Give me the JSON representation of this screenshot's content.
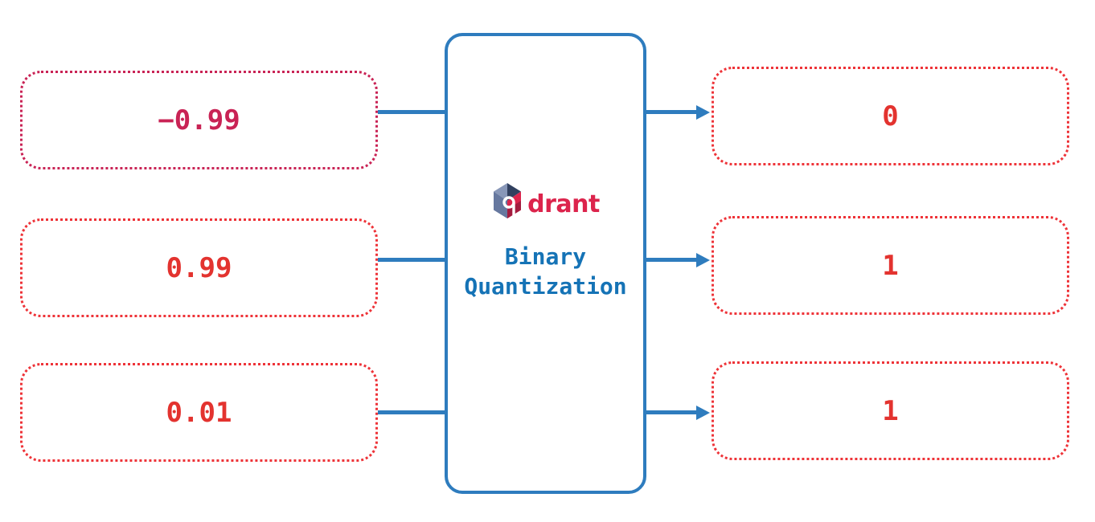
{
  "diagram": {
    "inputs": [
      {
        "value": "−0.99"
      },
      {
        "value": "0.99"
      },
      {
        "value": "0.01"
      }
    ],
    "outputs": [
      {
        "value": "0"
      },
      {
        "value": "1"
      },
      {
        "value": "1"
      }
    ],
    "processor": {
      "brand_wordmark": "drant",
      "title_line1": "Binary",
      "title_line2": "Quantization"
    },
    "icons": {
      "logo_mark": "qdrant-hexagon-logo",
      "arrow": "right-arrowhead"
    },
    "colors": {
      "connector_blue": "#2E7CBE",
      "title_blue": "#1573B6",
      "input_crimson": "#C92355",
      "value_red": "#E3332F",
      "border_red": "#EE3338",
      "brand_red": "#DC244C",
      "background": "#FFFFFF"
    }
  }
}
